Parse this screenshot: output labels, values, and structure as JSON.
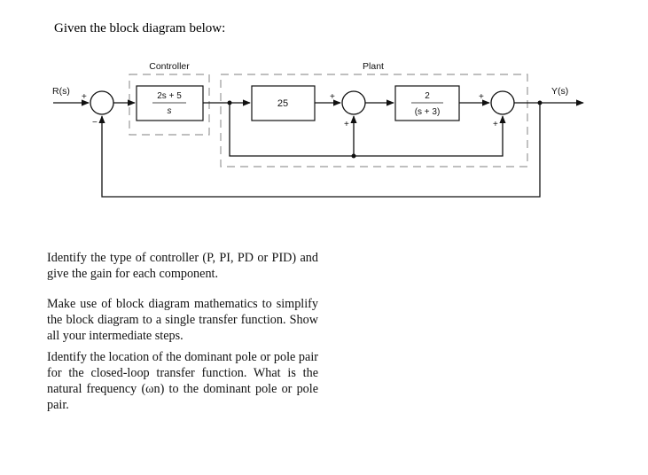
{
  "heading": "Given the block diagram below:",
  "diagram": {
    "input_label": "R(s)",
    "output_label": "Y(s)",
    "controller_label": "Controller",
    "plant_label": "Plant",
    "controller_tf_num": "2s + 5",
    "controller_tf_den": "s",
    "gain_block": "25",
    "plant_tf_num": "2",
    "plant_tf_den": "(s + 3)",
    "sum1_signs": {
      "left": "+",
      "bottom": "−"
    },
    "sum2_signs": {
      "left": "+",
      "bottom": "+"
    },
    "sum3_signs": {
      "left": "+",
      "bottom": "+"
    }
  },
  "questions": {
    "q1": "Identify the type of controller (P, PI, PD or PID) and give the gain for each component.",
    "q2": "Make use of block diagram mathematics to simplify the block diagram to a single transfer function. Show all your intermediate steps.",
    "q3": "Identify the location of the dominant pole or pole pair for the closed-loop transfer function. What is the natural frequency (ωn) to the dominant pole or pole pair."
  }
}
